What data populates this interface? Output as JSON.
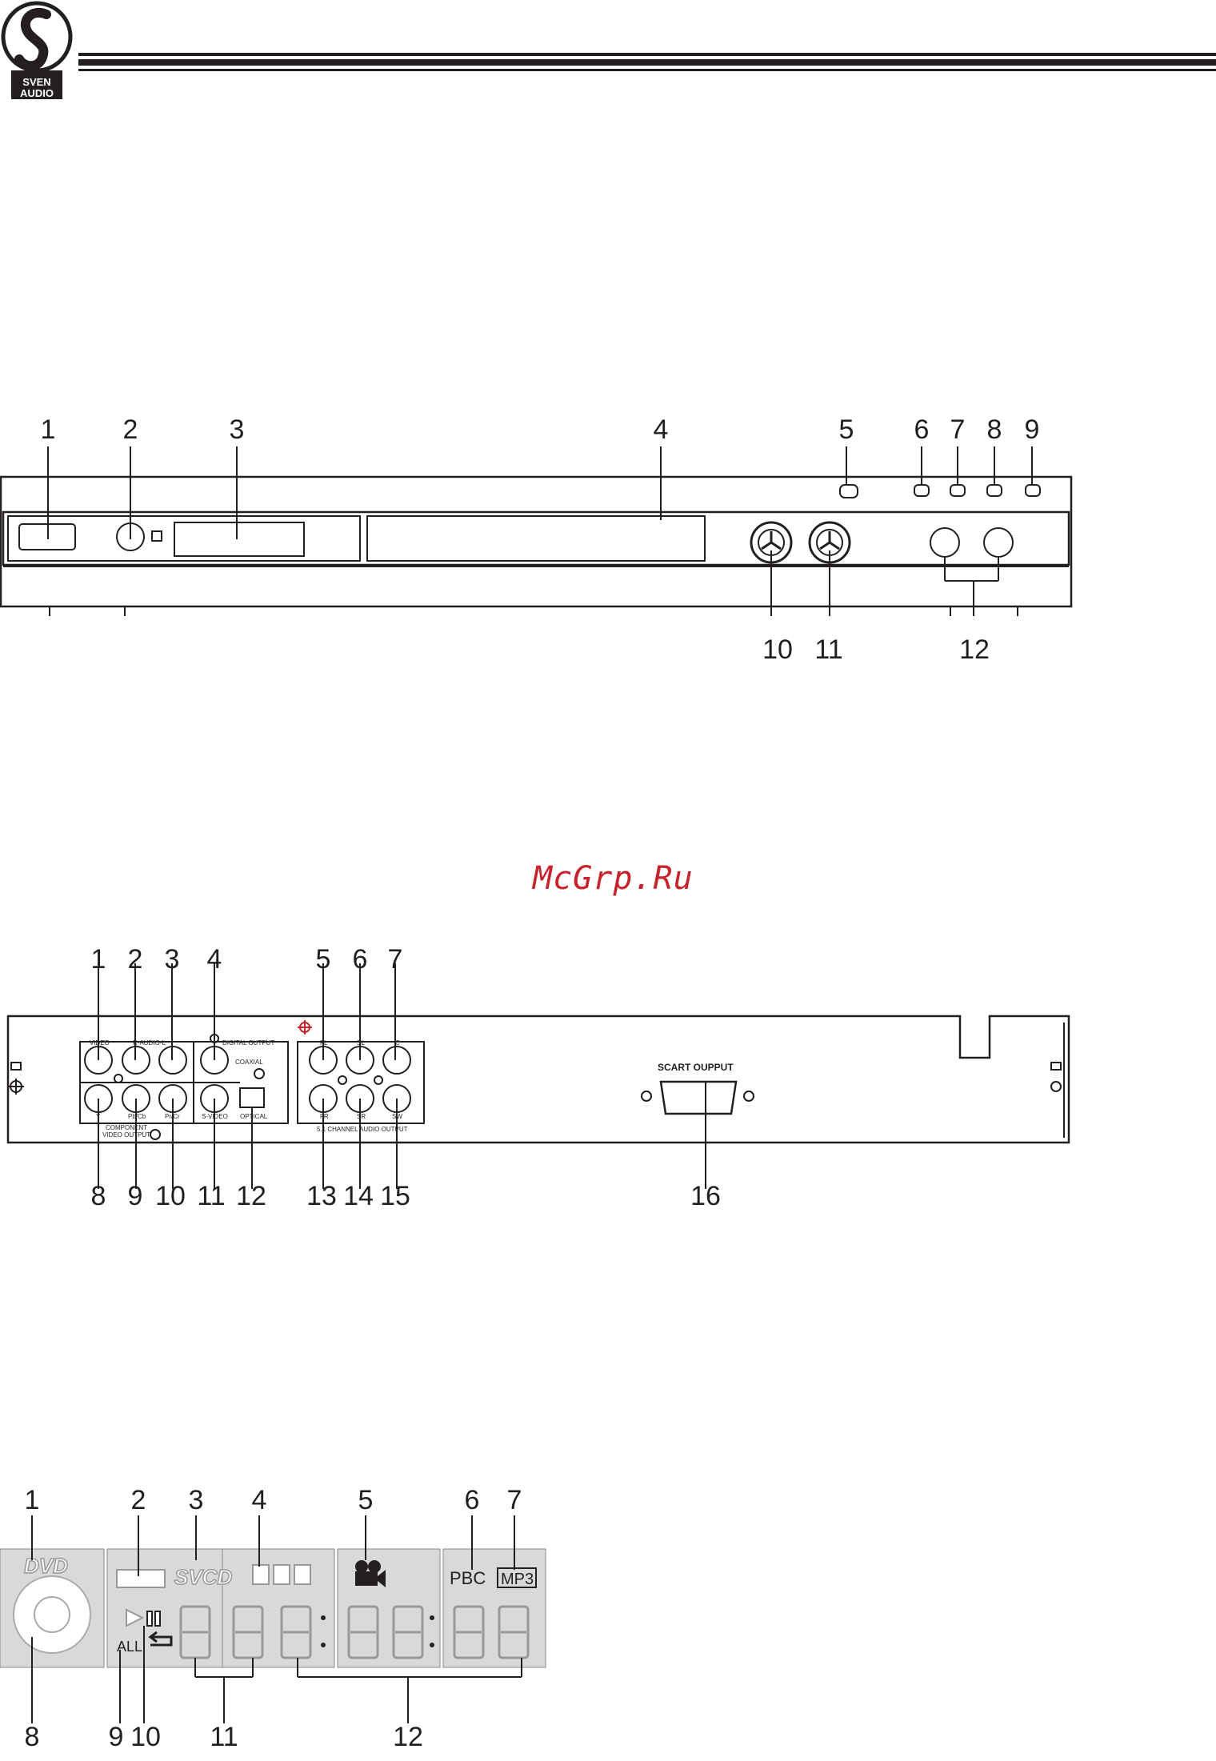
{
  "header": {
    "logo_line1": "SVEN",
    "logo_line2": "AUDIO"
  },
  "watermark": "McGrp.Ru",
  "front_panel": {
    "top_callouts": [
      "1",
      "2",
      "3",
      "4",
      "5",
      "6",
      "7",
      "8",
      "9"
    ],
    "bottom_callouts": [
      "10",
      "11",
      "12"
    ]
  },
  "rear_panel": {
    "top_callouts": [
      "1",
      "2",
      "3",
      "4",
      "5",
      "6",
      "7"
    ],
    "bottom_callouts": [
      "8",
      "9",
      "10",
      "11",
      "12",
      "13",
      "14",
      "15",
      "16"
    ],
    "labels": {
      "video": "VIDEO",
      "audio": "R-AUDIO-L",
      "digital_output": "DIGITAL OUTPUT",
      "coaxial": "COAXIAL",
      "y": "Y",
      "pb_cb": "Pb/Cb",
      "pr_cr": "Pr/Cr",
      "s_video": "S-VIDEO",
      "optical": "OPTICAL",
      "component_1": "COMPONENT",
      "component_2": "VIDEO OUTPUT",
      "fl": "FL",
      "sl": "SL",
      "c": "C",
      "fr": "FR",
      "sr": "SR",
      "sw": "SW",
      "channel_output": "5.1 CHANNEL AUDIO OUTPUT",
      "scart": "SCART OUPPUT"
    }
  },
  "display_panel": {
    "top_callouts": [
      "1",
      "2",
      "3",
      "4",
      "5",
      "6",
      "7"
    ],
    "bottom_callouts": [
      "8",
      "9",
      "10",
      "11",
      "12"
    ],
    "labels": {
      "dvd": "DVD",
      "svcd": "SVCD",
      "pbc": "PBC",
      "mp3": "MP3",
      "all": "ALL"
    }
  }
}
